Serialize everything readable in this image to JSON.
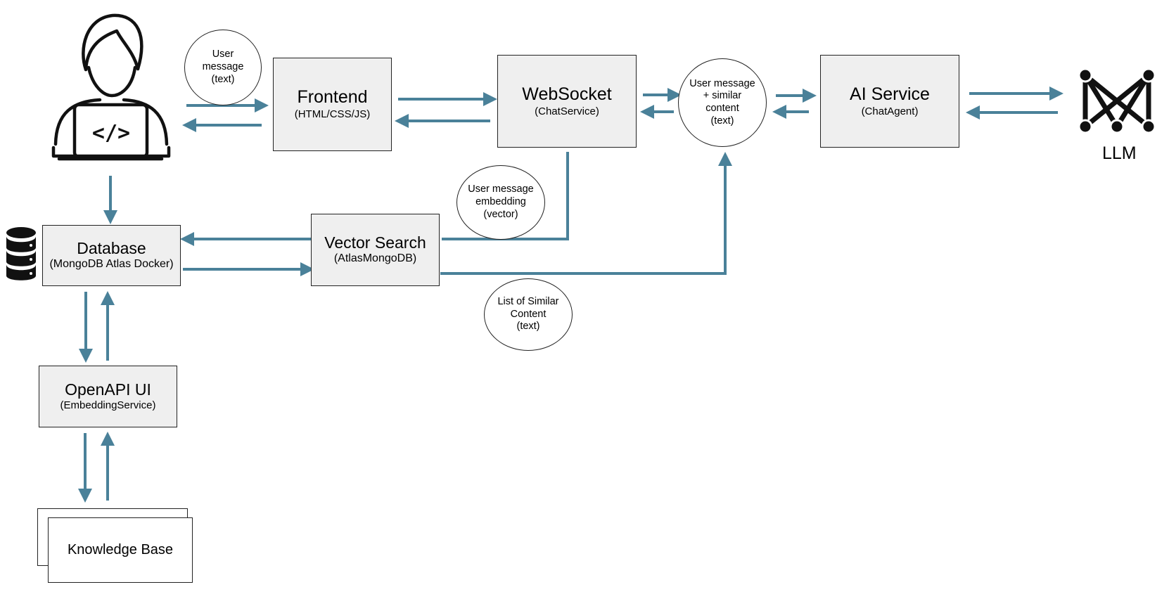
{
  "colors": {
    "arrow": "#4a8199",
    "box_fill": "#efefef",
    "stroke": "#222222"
  },
  "actors": {
    "user": {
      "icon": "developer-laptop-icon",
      "laptop_glyph": "</>"
    },
    "llm": {
      "icon": "llm-network-icon",
      "label": "LLM"
    }
  },
  "boxes": {
    "frontend": {
      "title": "Frontend",
      "subtitle": "(HTML/CSS/JS)"
    },
    "websocket": {
      "title": "WebSocket",
      "subtitle": "(ChatService)"
    },
    "ai_service": {
      "title": "AI Service",
      "subtitle": "(ChatAgent)"
    },
    "database": {
      "title": "Database",
      "subtitle": "(MongoDB Atlas Docker)",
      "icon": "database-cylinder-icon"
    },
    "vector_search": {
      "title": "Vector Search",
      "subtitle": "(AtlasMongoDB)"
    },
    "openapi": {
      "title": "OpenAPI UI",
      "subtitle": "(EmbeddingService)"
    },
    "knowledge_base": {
      "title": "Knowledge Base"
    }
  },
  "bubbles": {
    "user_message": "User\nmessage\n(text)",
    "combined": "User message\n+ similar\ncontent\n(text)",
    "embedding": "User message\nembedding\n(vector)",
    "similar_list": "List of Similar\nContent\n(text)"
  }
}
